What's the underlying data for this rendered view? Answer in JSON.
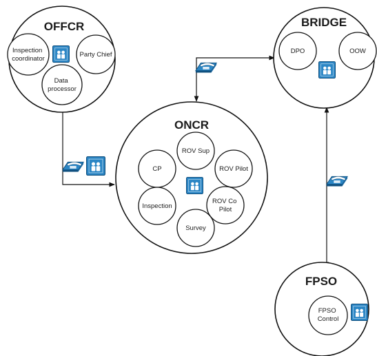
{
  "colors": {
    "line": "#111111",
    "icon_fill": "#2b86c5",
    "icon_dark": "#0f4f7e",
    "icon_light": "#ffffff"
  },
  "icons": {
    "team": "people-group-icon",
    "phone": "telephone-icon"
  },
  "groups": {
    "offcr": {
      "title": "OFFCR",
      "members": [
        "Inspection coordinator",
        "Party Chief",
        "Data processor"
      ]
    },
    "bridge": {
      "title": "BRIDGE",
      "members": [
        "DPO",
        "OOW"
      ]
    },
    "oncr": {
      "title": "ONCR",
      "members": [
        "ROV Sup",
        "CP",
        "ROV Pilot",
        "Inspection",
        "ROV Co Pilot",
        "Survey"
      ]
    },
    "fpso": {
      "title": "FPSO",
      "members": [
        "FPSO Control"
      ]
    }
  }
}
